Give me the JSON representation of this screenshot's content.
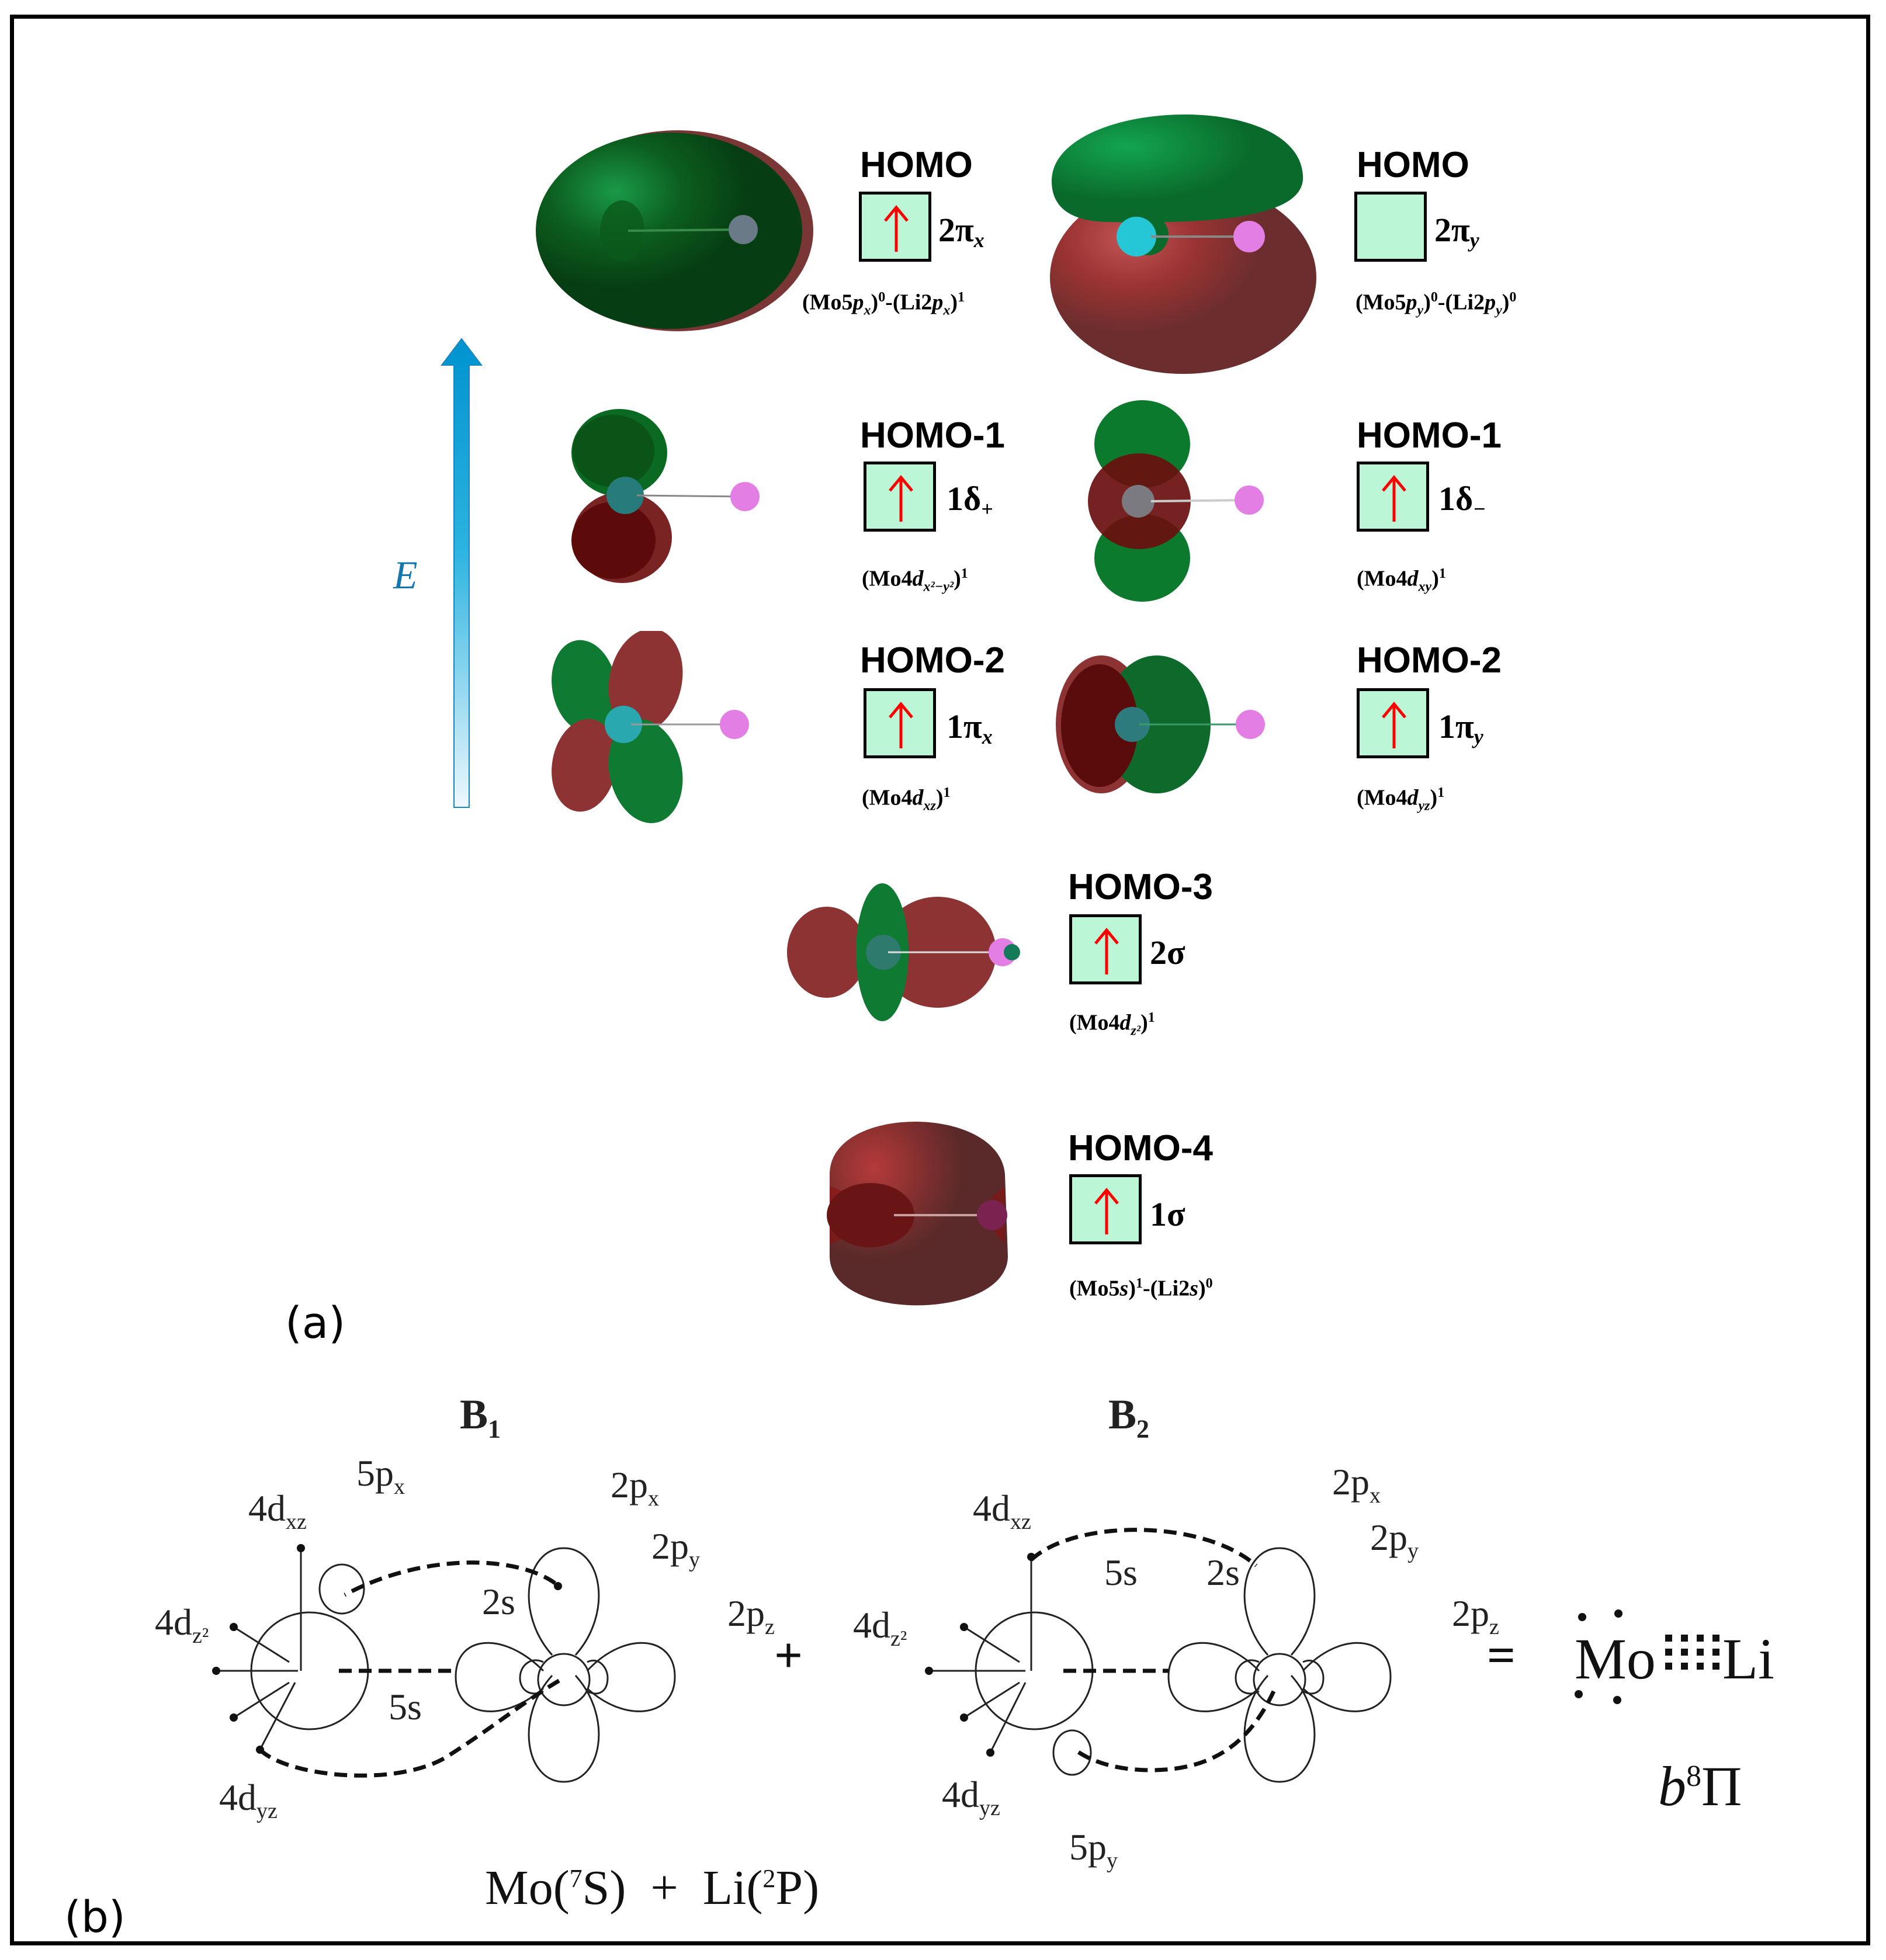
{
  "panel_a": {
    "label": "(a)",
    "energy_axis": {
      "label": "E",
      "color": "#1577b0",
      "arrow_top": "#0093d0",
      "arrow_bottom": "#e8f6fc"
    },
    "box_fill": "#bbf7d6",
    "electron_color": "#ff0000",
    "lobe_colors": {
      "positive": "#0b7a2e",
      "negative": "#8b2a2a",
      "mo_atom": "#1fc7d6",
      "li_atom": "#e58ae8"
    },
    "orbitals": [
      {
        "id": "homo-2pi-x",
        "level": "HOMO",
        "symbol": "2π",
        "sub": "x",
        "occupied": true,
        "config": "(Mo5p<sub>x</sub>)<sup>0</sup>-(Li2p<sub>x</sub>)<sup>1</sup>"
      },
      {
        "id": "homo-2pi-y",
        "level": "HOMO",
        "symbol": "2π",
        "sub": "y",
        "occupied": false,
        "config": "(Mo5p<sub>y</sub>)<sup>0</sup>-(Li2p<sub>y</sub>)<sup>0</sup>"
      },
      {
        "id": "homo1-1delta-plus",
        "level": "HOMO-1",
        "symbol": "1δ",
        "sub": "+",
        "occupied": true,
        "config": "(Mo4d<sub>x²−y²</sub>)<sup>1</sup>"
      },
      {
        "id": "homo1-1delta-minus",
        "level": "HOMO-1",
        "symbol": "1δ",
        "sub": "−",
        "occupied": true,
        "config": "(Mo4d<sub>xy</sub>)<sup>1</sup>"
      },
      {
        "id": "homo2-1pi-x",
        "level": "HOMO-2",
        "symbol": "1π",
        "sub": "x",
        "occupied": true,
        "config": "(Mo4d<sub>xz</sub>)<sup>1</sup>"
      },
      {
        "id": "homo2-1pi-y",
        "level": "HOMO-2",
        "symbol": "1π",
        "sub": "y",
        "occupied": true,
        "config": "(Mo4d<sub>yz</sub>)<sup>1</sup>"
      },
      {
        "id": "homo3-2sigma",
        "level": "HOMO-3",
        "symbol": "2σ",
        "sub": "",
        "occupied": true,
        "config": "(Mo4d<sub>z²</sub>)<sup>1</sup>"
      },
      {
        "id": "homo4-1sigma",
        "level": "HOMO-4",
        "symbol": "1σ",
        "sub": "",
        "occupied": true,
        "config": "(Mo5s)<sup>1</sup>-(Li2s)<sup>0</sup>"
      }
    ]
  },
  "panel_b": {
    "label": "(b)",
    "b1": {
      "title": "B",
      "title_sub": "1",
      "labels": {
        "d_xz": "4d",
        "d_xz_sub": "xz",
        "p5x": "5p",
        "p5x_sub": "x",
        "d_z2": "4d",
        "d_z2_sub": "z²",
        "s5": "5s",
        "d_yz": "4d",
        "d_yz_sub": "yz",
        "s2": "2s",
        "p2x": "2p",
        "p2x_sub": "x",
        "p2y": "2p",
        "p2y_sub": "y",
        "p2z": "2p",
        "p2z_sub": "z"
      }
    },
    "b2": {
      "title": "B",
      "title_sub": "2",
      "labels": {
        "d_xz": "4d",
        "d_xz_sub": "xz",
        "s5": "5s",
        "d_z2": "4d",
        "d_z2_sub": "z²",
        "d_yz": "4d",
        "d_yz_sub": "yz",
        "p5y": "5p",
        "p5y_sub": "y",
        "s2": "2s",
        "p2x": "2p",
        "p2x_sub": "x",
        "p2y": "2p",
        "p2y_sub": "y",
        "p2z": "2p",
        "p2z_sub": "z"
      }
    },
    "plus": "+",
    "equals": "=",
    "product": {
      "mo": "Mo",
      "li": "Li",
      "state_letter": "b",
      "state_mult": "8",
      "state_sym": "Π"
    },
    "reactants": {
      "mo": "Mo(",
      "mo_term_sup": "7",
      "mo_term": "S)",
      "plus": "+",
      "li": "Li(",
      "li_term_sup": "2",
      "li_term": "P)"
    }
  }
}
